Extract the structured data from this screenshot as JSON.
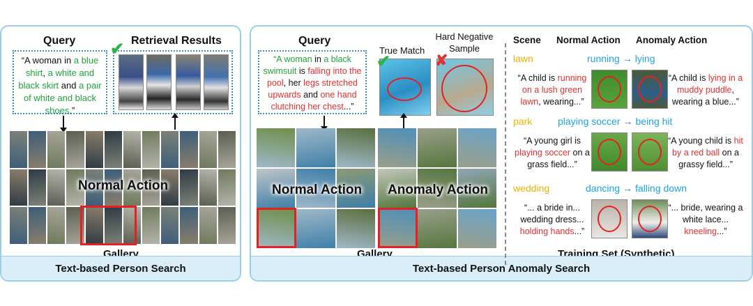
{
  "left": {
    "query_title": "Query",
    "results_title": "Retrieval Results",
    "query_parts": [
      {
        "t": "“A woman ",
        "c": "black"
      },
      {
        "t": "in ",
        "c": "black"
      },
      {
        "t": "a blue shirt",
        "c": "green"
      },
      {
        "t": ", ",
        "c": "black"
      },
      {
        "t": "a white and black skirt",
        "c": "green"
      },
      {
        "t": " and ",
        "c": "black"
      },
      {
        "t": "a pair of white and black shoes",
        "c": "green"
      },
      {
        "t": ".”",
        "c": "black"
      }
    ],
    "overlay": "Normal Action",
    "gallery_label": "Gallery",
    "footer": "Text-based Person Search",
    "check_icon": "checkmark-icon"
  },
  "middle": {
    "query_title": "Query",
    "true_match": "True Match",
    "hard_negative": "Hard Negative Sample",
    "query_parts": [
      {
        "t": "“A woman ",
        "c": "green"
      },
      {
        "t": "in ",
        "c": "black"
      },
      {
        "t": "a black swimsuit",
        "c": "green"
      },
      {
        "t": " is ",
        "c": "black"
      },
      {
        "t": "falling into the pool",
        "c": "red"
      },
      {
        "t": ", her ",
        "c": "black"
      },
      {
        "t": "legs stretched upwards",
        "c": "red"
      },
      {
        "t": " and ",
        "c": "black"
      },
      {
        "t": "one hand clutching her chest",
        "c": "red"
      },
      {
        "t": "...”",
        "c": "black"
      }
    ],
    "overlay_left": "Normal Action",
    "overlay_right": "Anomaly Action",
    "gallery_label": "Gallery",
    "footer": "Text-based Person Anomaly Search"
  },
  "synthetic": {
    "header_scene": "Scene",
    "header_normal": "Normal Action",
    "header_anomaly": "Anomaly Action",
    "label": "Training Set (Synthetic)",
    "rows": [
      {
        "scene": "lawn",
        "normal": "running",
        "anomaly": "lying",
        "normal_parts": [
          {
            "t": "“A child is ",
            "c": "black"
          },
          {
            "t": "running on a lush green lawn",
            "c": "red"
          },
          {
            "t": ", wearing...”",
            "c": "black"
          }
        ],
        "anomaly_parts": [
          {
            "t": "“A child is ",
            "c": "black"
          },
          {
            "t": "lying in a muddy puddle",
            "c": "red"
          },
          {
            "t": ", wearing a blue...”",
            "c": "black"
          }
        ]
      },
      {
        "scene": "park",
        "normal": "playing soccer",
        "anomaly": "being hit",
        "normal_parts": [
          {
            "t": "“A young girl is ",
            "c": "black"
          },
          {
            "t": "playing soccer",
            "c": "red"
          },
          {
            "t": " on a grass field...”",
            "c": "black"
          }
        ],
        "anomaly_parts": [
          {
            "t": "“A young child is ",
            "c": "black"
          },
          {
            "t": "hit by a red ball",
            "c": "red"
          },
          {
            "t": " on a grassy field...”",
            "c": "black"
          }
        ]
      },
      {
        "scene": "wedding",
        "normal": "dancing",
        "anomaly": "falling down",
        "normal_parts": [
          {
            "t": "“... a bride in... wedding dress... ",
            "c": "black"
          },
          {
            "t": "holding hands",
            "c": "red"
          },
          {
            "t": "...”",
            "c": "black"
          }
        ],
        "anomaly_parts": [
          {
            "t": "“... bride, wearing a white lace... ",
            "c": "black"
          },
          {
            "t": "kneeling",
            "c": "red"
          },
          {
            "t": "...”",
            "c": "black"
          }
        ]
      }
    ],
    "arrow": "→"
  },
  "colors": {
    "panel_border": "#9ccfe6",
    "footer_bg": "#d9eef8",
    "green": "#22a33a",
    "red": "#e53030",
    "orange": "#f0b000",
    "blue": "#1aa3e8"
  }
}
